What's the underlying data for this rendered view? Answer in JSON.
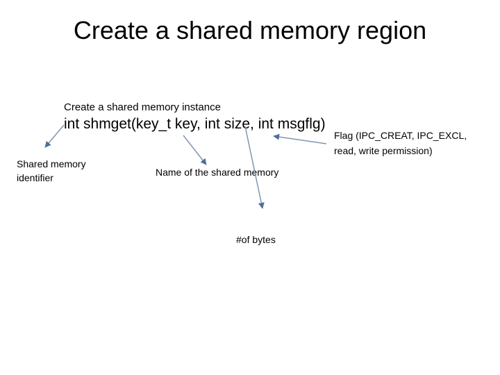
{
  "slide": {
    "title": "Create a shared memory region",
    "subtitle": "Create a shared memory instance",
    "signature": "int shmget(key_t key, int size, int msgflg)"
  },
  "annotations": {
    "flag": "Flag (IPC_CREAT, IPC_EXCL, read, write permission)",
    "identifier": "Shared memory identifier",
    "name": "Name of the shared memory",
    "bytes": "#of bytes"
  },
  "colors": {
    "text": "#000000",
    "arrow_stroke": "#8096b3",
    "arrow_head": "#4f6f99",
    "background": "#ffffff"
  }
}
